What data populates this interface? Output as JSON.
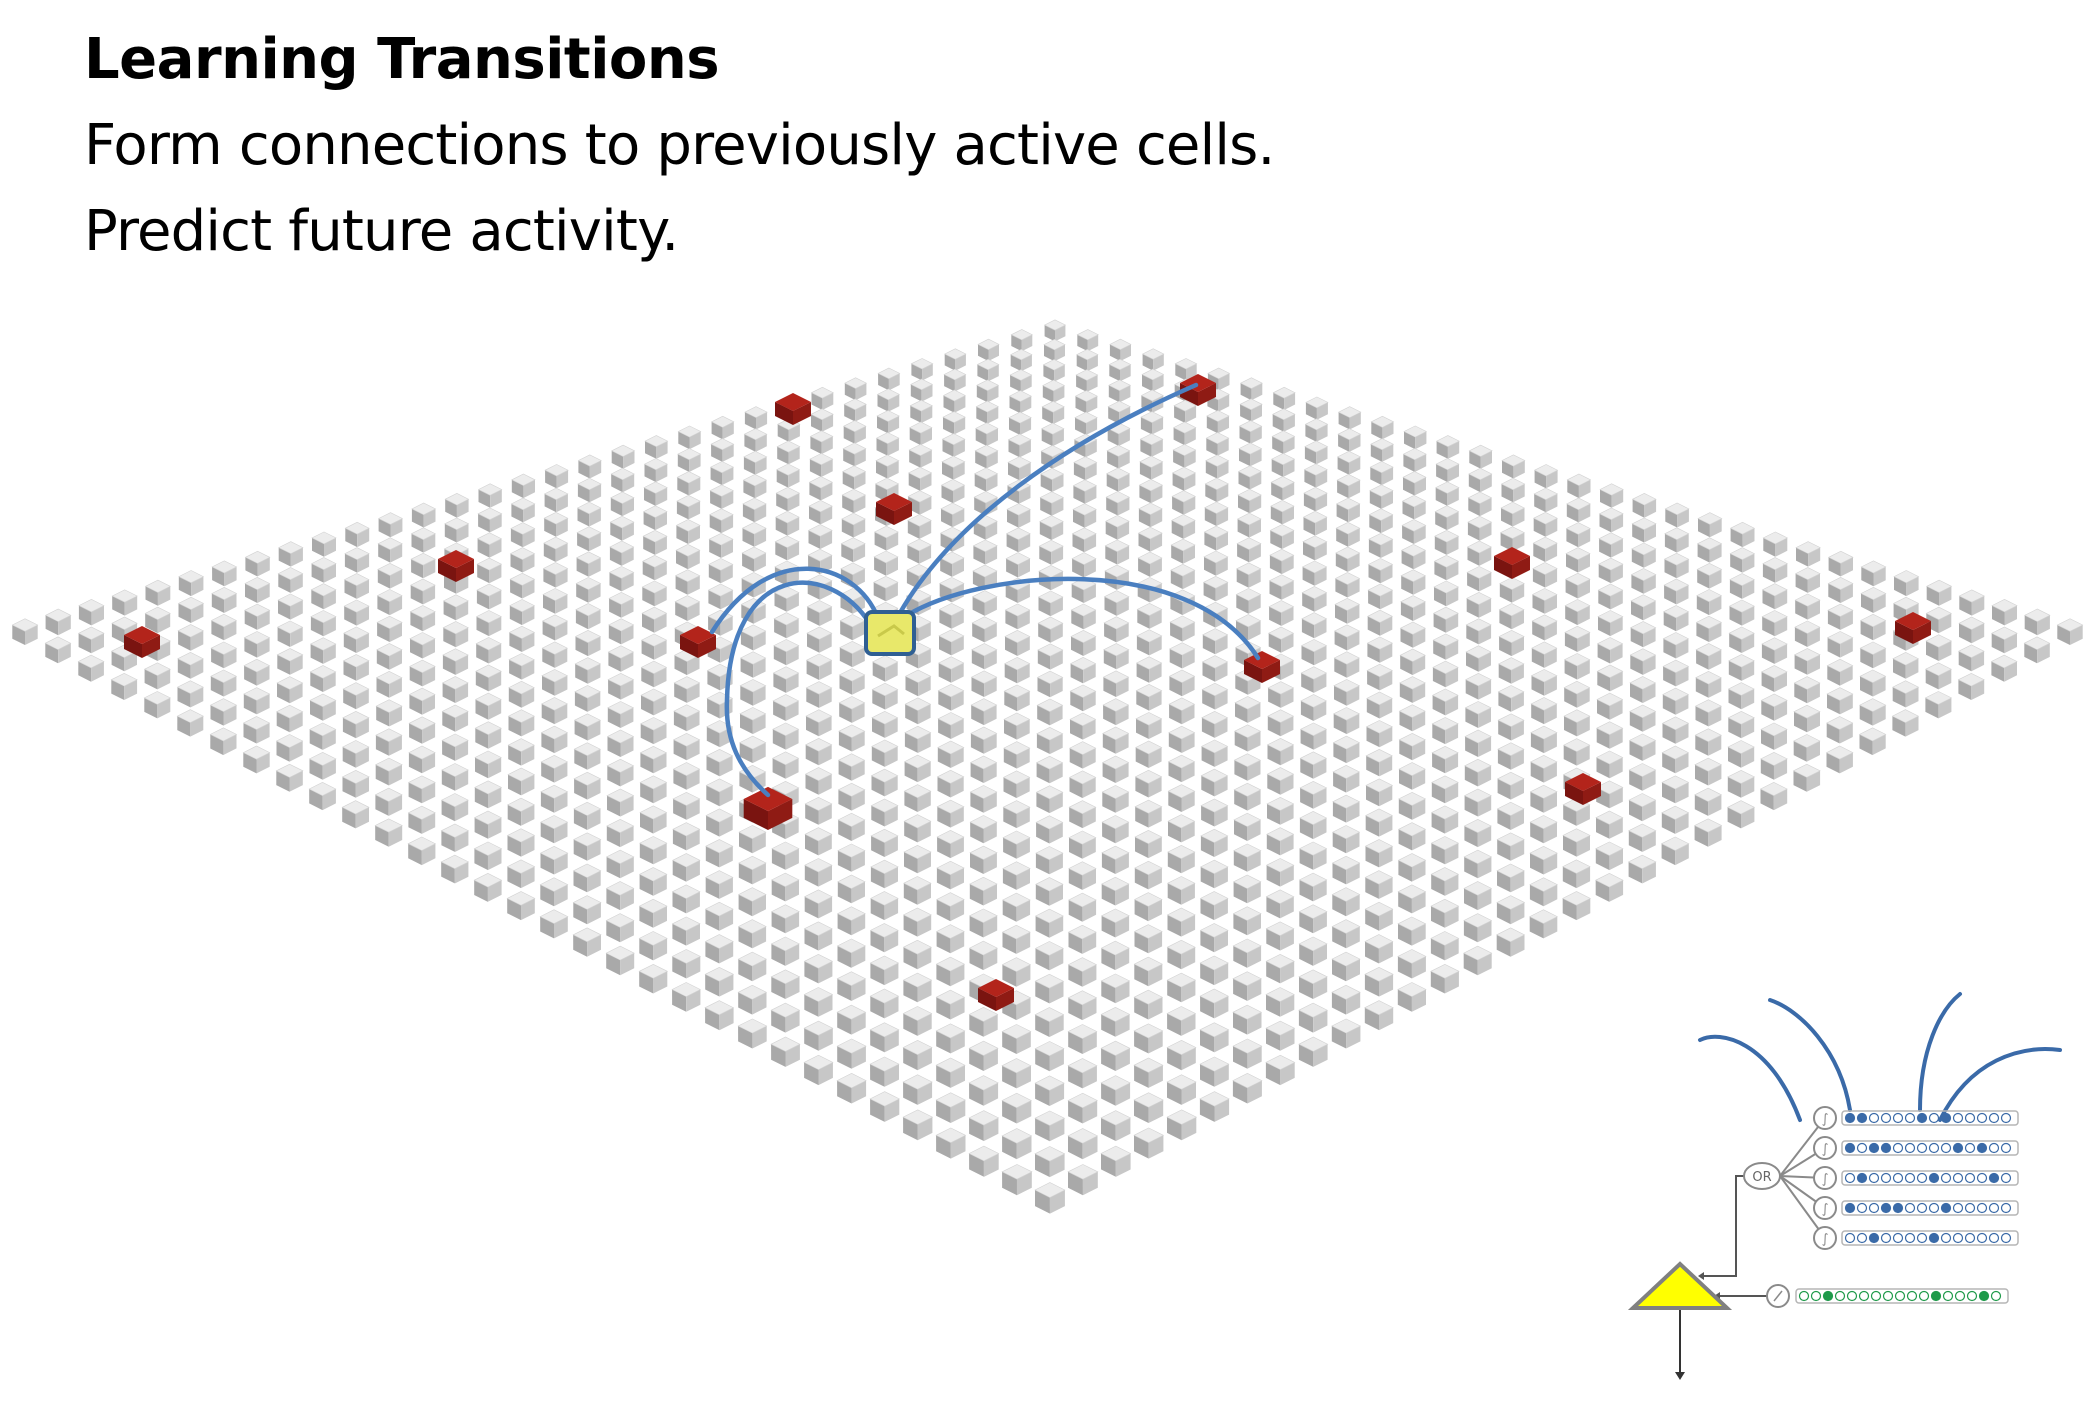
{
  "slide": {
    "title": "Learning Transitions",
    "line1": "Form connections to previously active cells.",
    "line2": "Predict future activity."
  },
  "cell_grid": {
    "rows": 32,
    "cols": 32,
    "cell_color": "#d9d9d9",
    "active_color": "#b3241b",
    "learning_cell_color": "#e8e86a",
    "connection_color": "#4a7fc0"
  },
  "neuron_diagram": {
    "or_label": "OR",
    "soma_color": "#ffff00",
    "distal_color": "#3a6aa8",
    "proximal_color": "#1f9a4a"
  }
}
